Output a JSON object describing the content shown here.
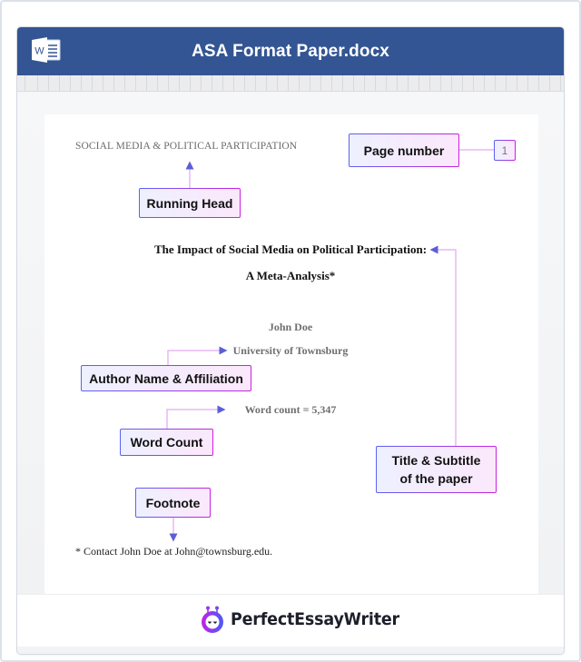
{
  "window": {
    "title": "ASA Format Paper.docx",
    "app_icon": "word-icon",
    "titlebar_color": "#335593"
  },
  "document": {
    "running_head": "SOCIAL MEDIA & POLITICAL PARTICIPATION",
    "title": "The Impact of Social Media on Political Participation:",
    "subtitle": "A Meta-Analysis*",
    "author": "John Doe",
    "affiliation": "University of Townsburg",
    "word_count": "Word count = 5,347",
    "footnote": "* Contact John Doe at John@townsburg.edu.",
    "page_number": "1"
  },
  "callouts": {
    "running_head": "Running Head",
    "page_number": "Page number",
    "author": "Author Name & Affiliation",
    "word_count": "Word Count",
    "title_line1": "Title & Subtitle",
    "title_line2": "of the paper",
    "footnote": "Footnote"
  },
  "colors": {
    "callout_border_start": "#5b62f0",
    "callout_border_end": "#c822e0",
    "connector_line": "#e7b8f3",
    "arrow_head": "#5b5fd6"
  },
  "footer": {
    "brand": "PerfectEssayWriter",
    "brand_icon": "robot-logo-icon"
  }
}
